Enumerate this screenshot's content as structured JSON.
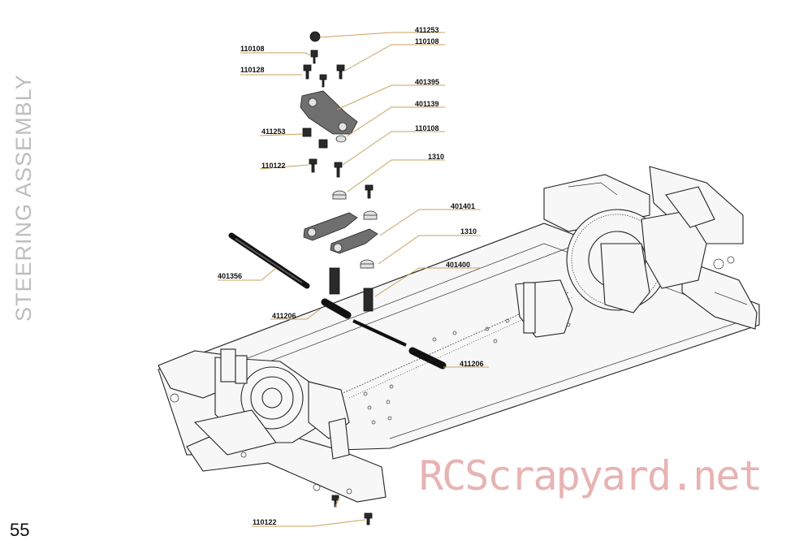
{
  "section_title": "STEERING ASSEMBLY",
  "page_number": "55",
  "watermark": "RCScrapyard.net",
  "callouts": {
    "c1": "411253",
    "c2": "110108",
    "c3": "110108",
    "c4": "110128",
    "c5": "401395",
    "c6": "401139",
    "c7": "411253",
    "c8": "110108",
    "c9": "110122",
    "c10": "1310",
    "c11": "401401",
    "c12": "1310",
    "c13": "401356",
    "c14": "401400",
    "c15": "411206",
    "c16": "411206",
    "c17": "110122"
  }
}
